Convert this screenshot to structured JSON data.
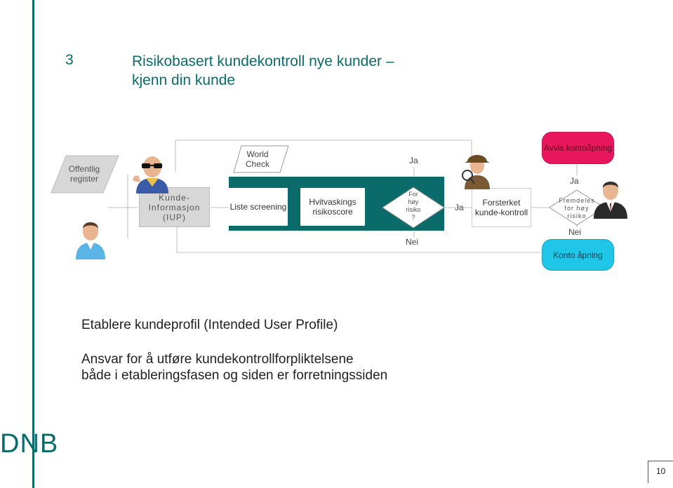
{
  "slide": {
    "section_number": "3",
    "title_line1": "Risikobasert kundekontroll nye kunder –",
    "title_line2": "kjenn din kunde",
    "page_number": "10",
    "logo": "DNB"
  },
  "flow": {
    "offentlig_register": "Offentlig register",
    "kunde_informasjon": "Kunde-Informasjon (IUP)",
    "world_check": "World Check",
    "liste_screening": "Liste screening",
    "hvitvaskings_risikoscore": "Hvitvaskings risikoscore",
    "decision_line1": "For",
    "decision_line2": "høy",
    "decision_line3": "risiko",
    "decision_line4": "?",
    "ja_top": "Ja",
    "ja_right": "Ja",
    "nei_bottom": "Nei",
    "forsterket_kundekontroll": "Forsterket kunde-kontroll",
    "avvis_kontoapning": "Avvis kontoåpning",
    "ja_upper_right": "Ja",
    "fremdeles_line1": "Fremdeles",
    "fremdeles_line2": "for høy",
    "fremdeles_line3": "risiko",
    "nei_right": "Nei",
    "konto_apning": "Konto åpning"
  },
  "body": {
    "line1": "Etablere kundeprofil (Intended User Profile)",
    "line2": "Ansvar for å utføre kundekontrollforpliktelsene",
    "line3": "både i etableringsfasen og siden er forretningssiden"
  },
  "icons": [
    "person-icon",
    "detective-icon",
    "manager-icon",
    "sunglasses-man-icon"
  ],
  "colors": {
    "teal": "#0b6b6b",
    "red": "#e8175d",
    "cyan": "#1fc6e8",
    "grey": "#d7d7d7"
  }
}
